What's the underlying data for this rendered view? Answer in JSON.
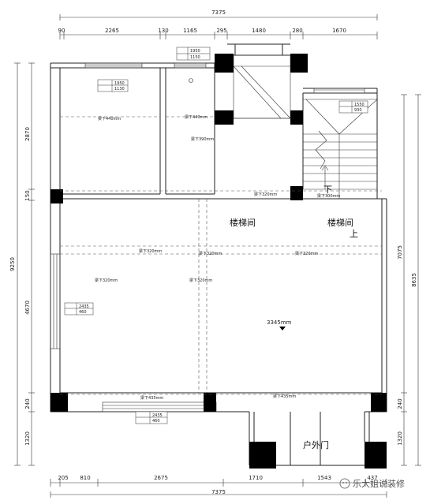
{
  "dimensions": {
    "top_total": "7375",
    "top_segments": [
      "90",
      "2265",
      "130",
      "1165",
      "295",
      "1480",
      "280",
      "1670"
    ],
    "bottom_total": "7375",
    "bottom_segments": [
      "205",
      "810",
      "2675",
      "1710",
      "1543",
      "437"
    ],
    "left_total": "9250",
    "left_segments": [
      "2870",
      "150",
      "4670",
      "240",
      "1320"
    ],
    "right_segments": [
      "7075",
      "240",
      "1320"
    ],
    "right_total": "8635"
  },
  "rooms": {
    "stair_1": "楼梯间",
    "stair_2": "楼梯间",
    "entrance_door": "户外门",
    "down": "下",
    "up": "上"
  },
  "beams": {
    "b440_a": "梁下440mm",
    "b440_b": "梁下440mm",
    "b390": "梁下390mm",
    "b320_wide": "梁下320mm",
    "b300": "梁下300mm",
    "b320_a": "梁下320mm",
    "b320_b": "梁下320mm",
    "b320_c": "梁下320mm",
    "b320_d": "梁下320mm",
    "b320_e": "梁下320mm",
    "b435_a": "梁下435mm",
    "b435_b": "梁下435mm"
  },
  "height_mark": "3345mm",
  "window_tags": [
    {
      "w": "1950",
      "h": "1150"
    },
    {
      "w": "1950",
      "h": "1130"
    },
    {
      "w": "1550",
      "h": "930"
    },
    {
      "w": "2435",
      "h": "460"
    },
    {
      "w": "2435",
      "h": "460"
    }
  ],
  "watermark": "乐大姐说装修"
}
